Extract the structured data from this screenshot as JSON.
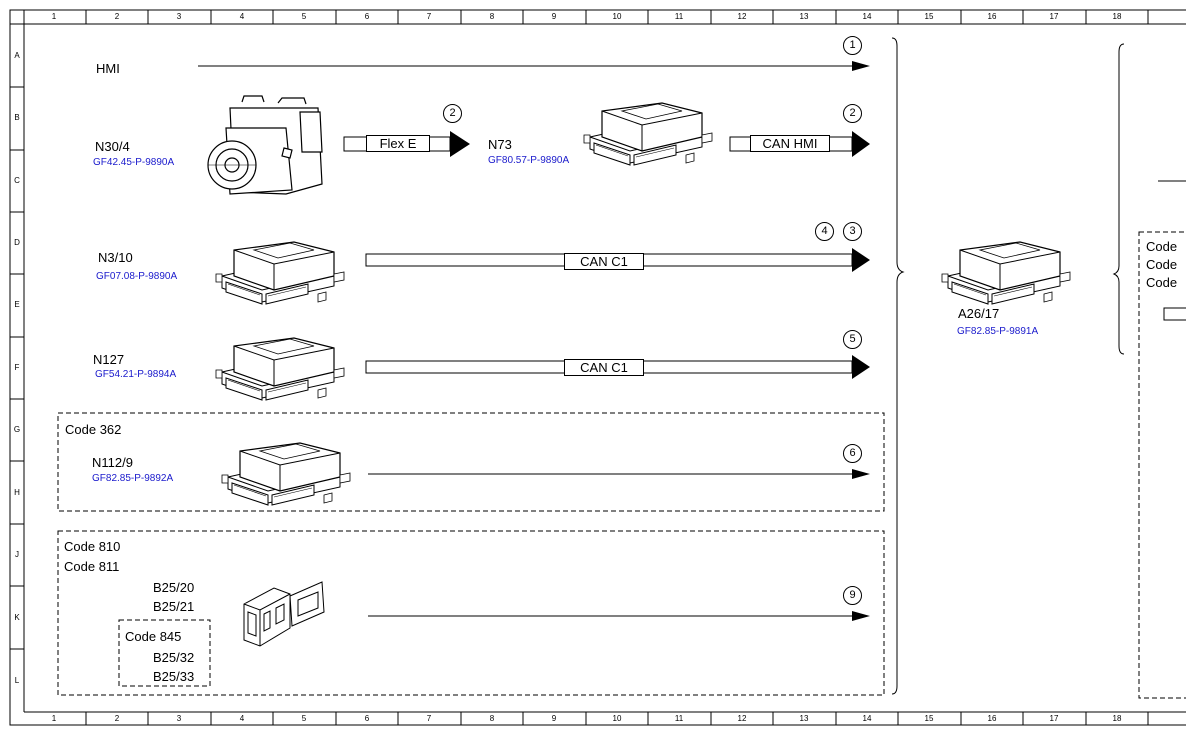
{
  "ruler": {
    "columns": [
      "1",
      "2",
      "3",
      "4",
      "5",
      "6",
      "7",
      "8",
      "9",
      "10",
      "11",
      "12",
      "13",
      "14",
      "15",
      "16",
      "17",
      "18"
    ],
    "rows": [
      "A",
      "B",
      "C",
      "D",
      "E",
      "F",
      "G",
      "H",
      "J",
      "K",
      "L"
    ]
  },
  "signals": {
    "hmi": "HMI",
    "flex_e": "Flex E",
    "can_hmi": "CAN HMI",
    "can_c1_a": "CAN C1",
    "can_c1_b": "CAN C1"
  },
  "components": {
    "n30_4": {
      "name": "N30/4",
      "ref": "GF42.45-P-9890A"
    },
    "n73": {
      "name": "N73",
      "ref": "GF80.57-P-9890A"
    },
    "n3_10": {
      "name": "N3/10",
      "ref": "GF07.08-P-9890A"
    },
    "n127": {
      "name": "N127",
      "ref": "GF54.21-P-9894A"
    },
    "n112_9": {
      "name": "N112/9",
      "ref": "GF82.85-P-9892A"
    },
    "b25_20": {
      "name": "B25/20"
    },
    "b25_21": {
      "name": "B25/21"
    },
    "b25_32": {
      "name": "B25/32"
    },
    "b25_33": {
      "name": "B25/33"
    },
    "a26_17": {
      "name": "A26/17",
      "ref": "GF82.85-P-9891A"
    }
  },
  "codes": {
    "c362": "Code 362",
    "c810": "Code 810",
    "c811": "Code 811",
    "c845": "Code 845",
    "right_1": "Code",
    "right_2": "Code",
    "right_3": "Code"
  },
  "markers": {
    "m1": "1",
    "m2a": "2",
    "m2b": "2",
    "m4": "4",
    "m3": "3",
    "m5": "5",
    "m6": "6",
    "m9": "9"
  }
}
